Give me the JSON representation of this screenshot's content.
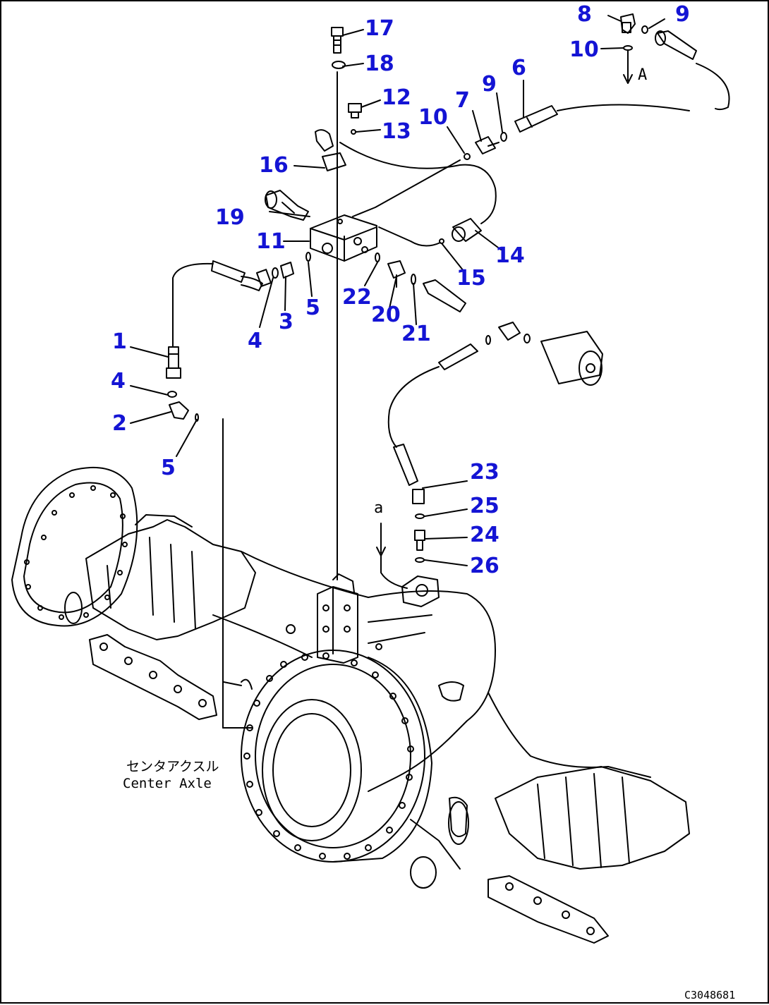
{
  "diagram": {
    "background": "#ffffff",
    "callout_color": "#1414d4",
    "line_color": "#000000",
    "callouts": [
      {
        "id": "c17",
        "label": "17"
      },
      {
        "id": "c18",
        "label": "18"
      },
      {
        "id": "c12",
        "label": "12"
      },
      {
        "id": "c13",
        "label": "13"
      },
      {
        "id": "c16",
        "label": "16"
      },
      {
        "id": "c19",
        "label": "19"
      },
      {
        "id": "c11",
        "label": "11"
      },
      {
        "id": "c10a",
        "label": "10"
      },
      {
        "id": "c7",
        "label": "7"
      },
      {
        "id": "c9a",
        "label": "9"
      },
      {
        "id": "c6",
        "label": "6"
      },
      {
        "id": "c8",
        "label": "8"
      },
      {
        "id": "c9b",
        "label": "9"
      },
      {
        "id": "c10b",
        "label": "10"
      },
      {
        "id": "c14",
        "label": "14"
      },
      {
        "id": "c15",
        "label": "15"
      },
      {
        "id": "c22",
        "label": "22"
      },
      {
        "id": "c20",
        "label": "20"
      },
      {
        "id": "c21",
        "label": "21"
      },
      {
        "id": "c5a",
        "label": "5"
      },
      {
        "id": "c3",
        "label": "3"
      },
      {
        "id": "c4a",
        "label": "4"
      },
      {
        "id": "c1",
        "label": "1"
      },
      {
        "id": "c4b",
        "label": "4"
      },
      {
        "id": "c2",
        "label": "2"
      },
      {
        "id": "c5b",
        "label": "5"
      },
      {
        "id": "c23",
        "label": "23"
      },
      {
        "id": "c25",
        "label": "25"
      },
      {
        "id": "c24",
        "label": "24"
      },
      {
        "id": "c26",
        "label": "26"
      }
    ],
    "arrow_labels": {
      "top": "A",
      "mid": "a"
    },
    "axle_label_jp": "センタアクスル",
    "axle_label_en": "Center Axle",
    "drawing_code": "C3048681"
  }
}
